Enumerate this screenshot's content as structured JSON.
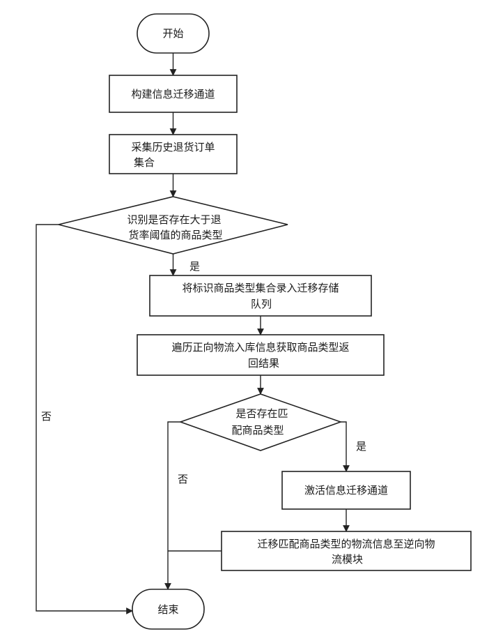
{
  "flowchart": {
    "start": "开始",
    "step_build_channel": "构建信息迁移通道",
    "step_collect_orders": [
      "采集历史退货订单",
      "集合"
    ],
    "decision_identify": [
      "识别是否存在大于退",
      "货率阈值的商品类型"
    ],
    "label_identify_yes": "是",
    "label_identify_no": "否",
    "step_record_queue": [
      "将标识商品类型集合录入迁移存储",
      "队列"
    ],
    "step_traverse": [
      "遍历正向物流入库信息获取商品类型返",
      "回结果"
    ],
    "decision_match": [
      "是否存在匹",
      "配商品类型"
    ],
    "label_match_yes": "是",
    "label_match_no": "否",
    "step_activate": "激活信息迁移通道",
    "step_migrate": [
      "迁移匹配商品类型的物流信息至逆向物",
      "流模块"
    ],
    "end": "结束"
  }
}
